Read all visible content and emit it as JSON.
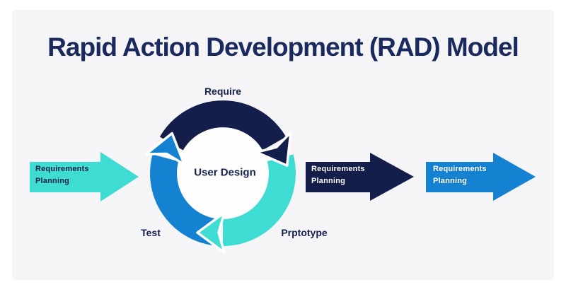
{
  "title": "Rapid Action Development (RAD) Model",
  "colors": {
    "page_bg": "#ffffff",
    "panel_bg": "#f5f4f6",
    "navy": "#131e4b",
    "blue": "#1582d1",
    "teal": "#3edcd2",
    "title_text": "#1b2a5e",
    "label_text": "#15214d",
    "inner_circle": "#fdfdfe",
    "outline_white": "#ffffff"
  },
  "cycle": {
    "labels": {
      "top": "Require",
      "center": "User Design",
      "bottom_left": "Test",
      "bottom_right": "Prptotype"
    },
    "segments": [
      {
        "name": "require-arc",
        "color": "#131e4b"
      },
      {
        "name": "prototype-arc",
        "color": "#3edcd2"
      },
      {
        "name": "test-arc",
        "color": "#1582d1"
      }
    ],
    "direction": "clockwise"
  },
  "flow_arrows": [
    {
      "name": "requirements-planning-arrow-left",
      "line1": "Requirements",
      "line2": "Planning",
      "fill": "#3edcd2",
      "text_color": "#12204a"
    },
    {
      "name": "requirements-planning-arrow-middle",
      "line1": "Requirements",
      "line2": "Planning",
      "fill": "#131e4b",
      "text_color": "#ffffff"
    },
    {
      "name": "requirements-planning-arrow-right",
      "line1": "Requirements",
      "line2": "Planning",
      "fill": "#1582d1",
      "text_color": "#ffffff"
    }
  ]
}
